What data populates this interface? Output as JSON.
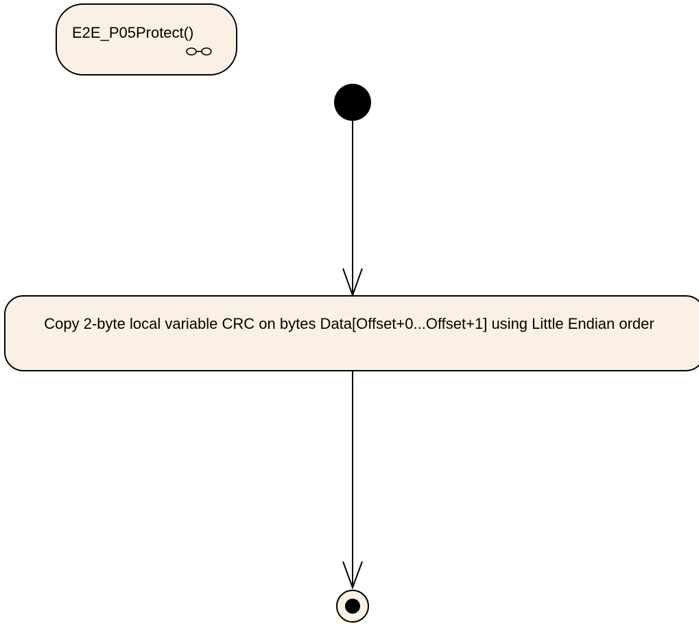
{
  "activity": {
    "name": "E2E_P05Protect()",
    "icon": "rake-icon"
  },
  "action": {
    "text": "Copy 2-byte local variable CRC on bytes Data[Offset+0...Offset+1] using Little Endian order"
  },
  "nodes": {
    "initial": "initial-node",
    "final": "activity-final-node"
  },
  "colors": {
    "node_fill": "#fbf0e4",
    "stroke": "#000000",
    "background": "#ffffff"
  }
}
